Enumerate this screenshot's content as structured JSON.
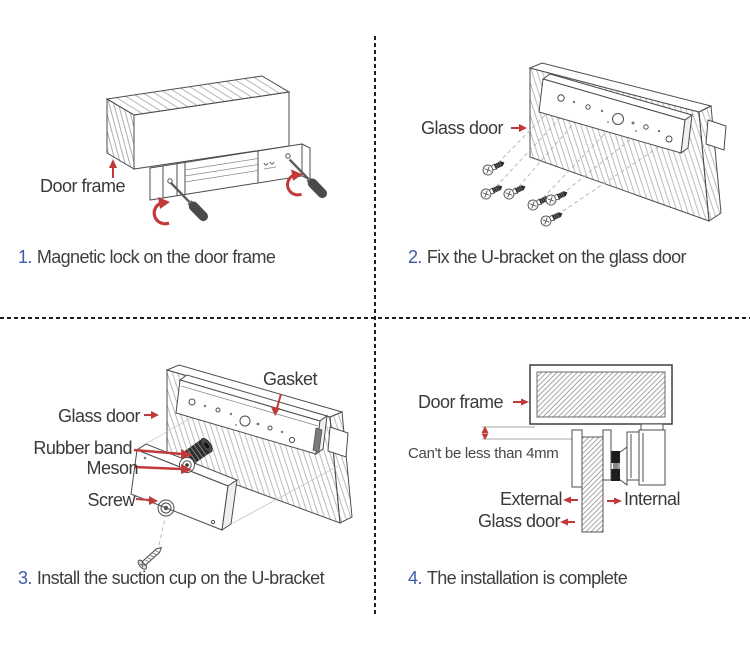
{
  "colors": {
    "accent_blue": "#3d5aa8",
    "arrow_red": "#c13a3a",
    "line_gray": "#4d4d4d",
    "text_dark": "#3f3f3f",
    "background": "#ffffff"
  },
  "step1": {
    "number": "1.",
    "caption": "Magnetic lock on the door frame",
    "labels": {
      "door_frame": "Door frame"
    }
  },
  "step2": {
    "number": "2.",
    "caption": "Fix the U-bracket on the glass door",
    "labels": {
      "glass_door": "Glass door"
    }
  },
  "step3": {
    "number": "3.",
    "caption": "Install the suction cup on the U-bracket",
    "labels": {
      "gasket": "Gasket",
      "glass_door": "Glass door",
      "rubber_band": "Rubber band",
      "meson": "Meson",
      "screw": "Screw"
    }
  },
  "step4": {
    "number": "4.",
    "caption": "The installation is complete",
    "labels": {
      "door_frame": "Door frame",
      "min_gap": "Can't be less than 4mm",
      "external": "External",
      "internal": "Internal",
      "glass_door": "Glass door"
    }
  }
}
